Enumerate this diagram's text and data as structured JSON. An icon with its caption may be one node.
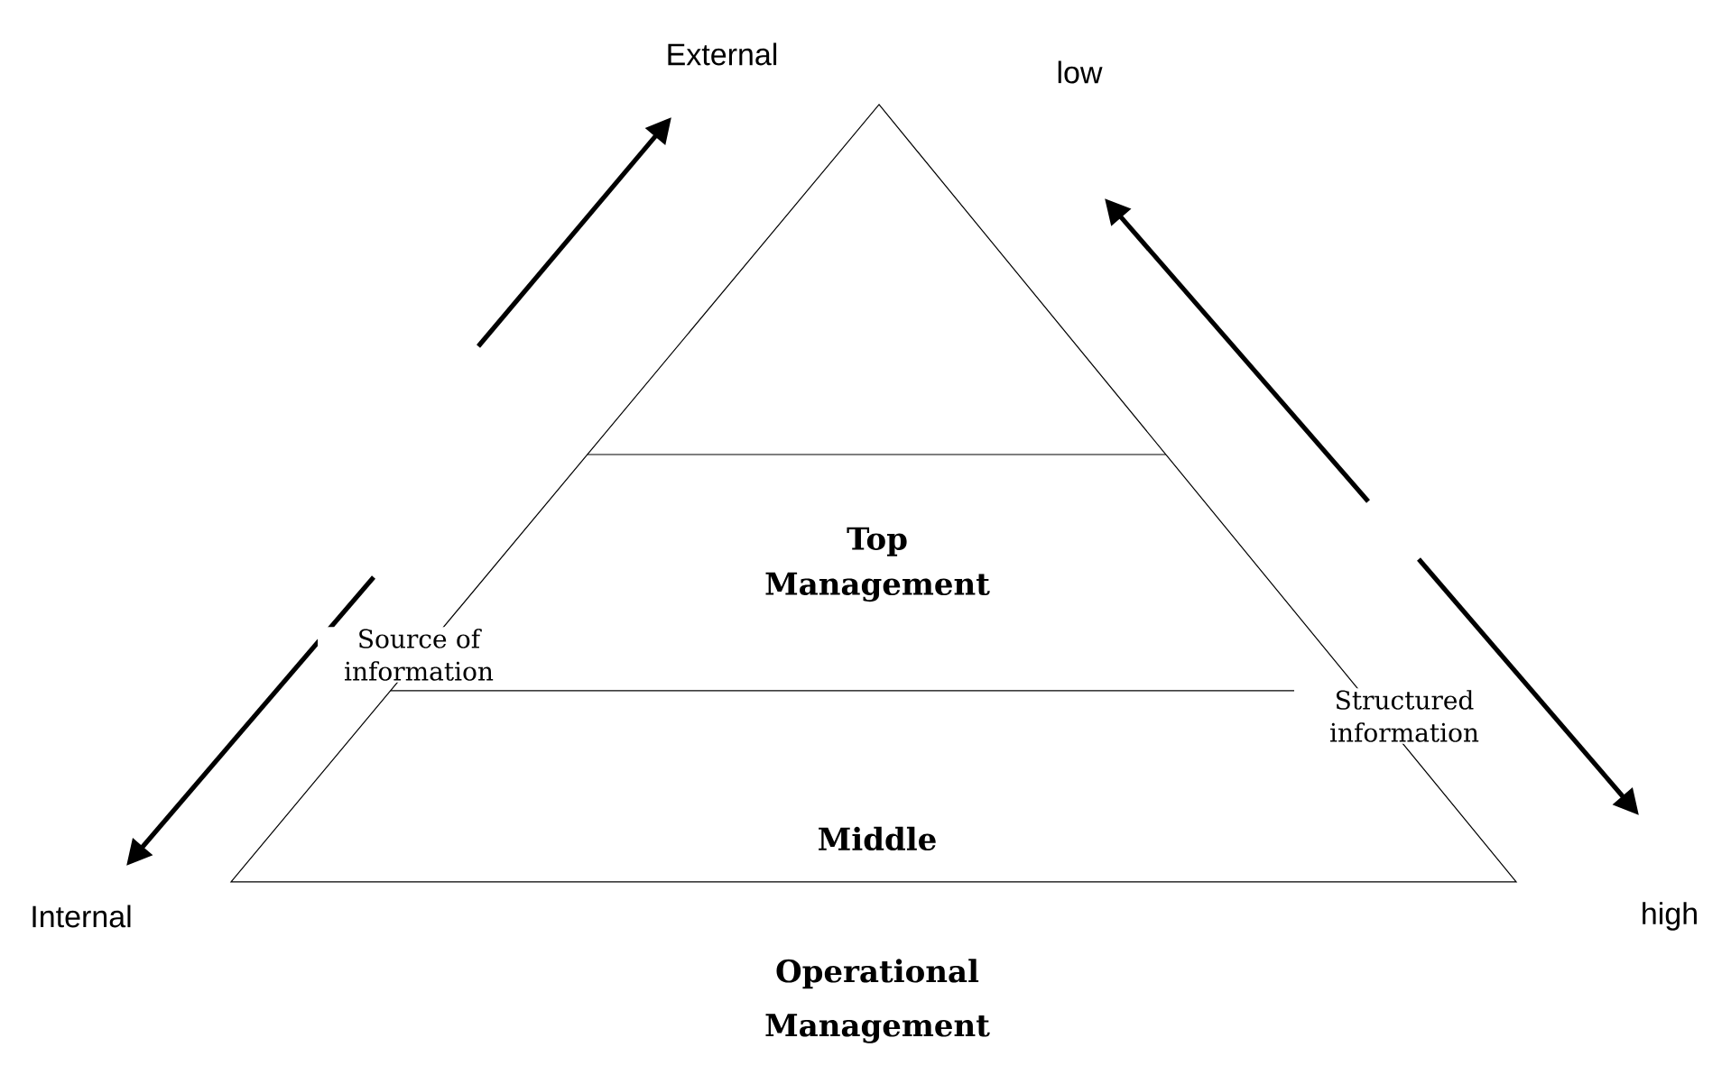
{
  "diagram": {
    "nodes": [
      {
        "text": [
          "Top Management",
          "Middle"
        ]
      }
    ],
    "labels": [
      "External",
      "low",
      "Source of information",
      "Structured information",
      "Internal",
      "high",
      "Operational Management"
    ]
  }
}
